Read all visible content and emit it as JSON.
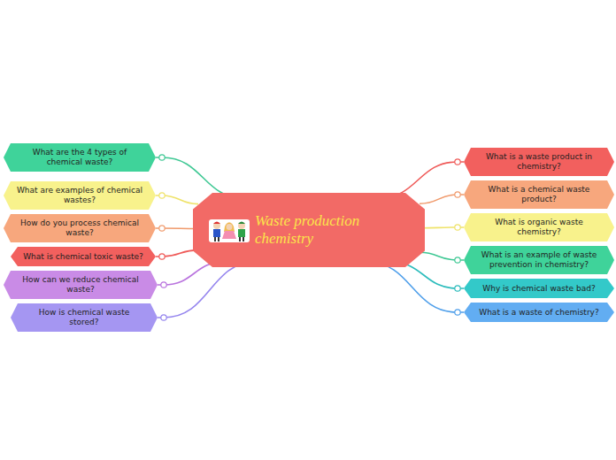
{
  "diagram": {
    "nodes": [
      {
        "text": [
          "Waste  production chemistry"
        ]
      },
      {
        "text": [
          "What are the 4 types of chemical waste?"
        ]
      },
      {
        "text": [
          "What are examples of chemical wastes?"
        ]
      },
      {
        "text": [
          "How do you process chemical waste?"
        ]
      },
      {
        "text": [
          "What is chemical toxic waste?"
        ]
      },
      {
        "text": [
          "How can we reduce chemical waste?"
        ]
      },
      {
        "text": [
          "How is chemical waste stored?"
        ]
      },
      {
        "text": [
          "What is a waste product in chemistry?"
        ]
      },
      {
        "text": [
          "What is a chemical waste product?"
        ]
      },
      {
        "text": [
          "What is organic waste chemistry?"
        ]
      },
      {
        "text": [
          "What is an example of waste prevention in chemistry?"
        ]
      },
      {
        "text": [
          "Why is chemical waste bad?"
        ]
      },
      {
        "text": [
          "What is a waste of chemistry?"
        ]
      }
    ],
    "edges": [
      {
        "from": 0,
        "to": 1,
        "arrow": "none"
      },
      {
        "from": 0,
        "to": 2,
        "arrow": "none"
      },
      {
        "from": 0,
        "to": 3,
        "arrow": "none"
      },
      {
        "from": 0,
        "to": 4,
        "arrow": "none"
      },
      {
        "from": 0,
        "to": 5,
        "arrow": "none"
      },
      {
        "from": 0,
        "to": 6,
        "arrow": "none"
      },
      {
        "from": 0,
        "to": 7,
        "arrow": "none"
      },
      {
        "from": 0,
        "to": 8,
        "arrow": "none"
      },
      {
        "from": 0,
        "to": 9,
        "arrow": "none"
      },
      {
        "from": 0,
        "to": 10,
        "arrow": "none"
      },
      {
        "from": 0,
        "to": 11,
        "arrow": "none"
      },
      {
        "from": 0,
        "to": 12,
        "arrow": "none"
      }
    ]
  }
}
